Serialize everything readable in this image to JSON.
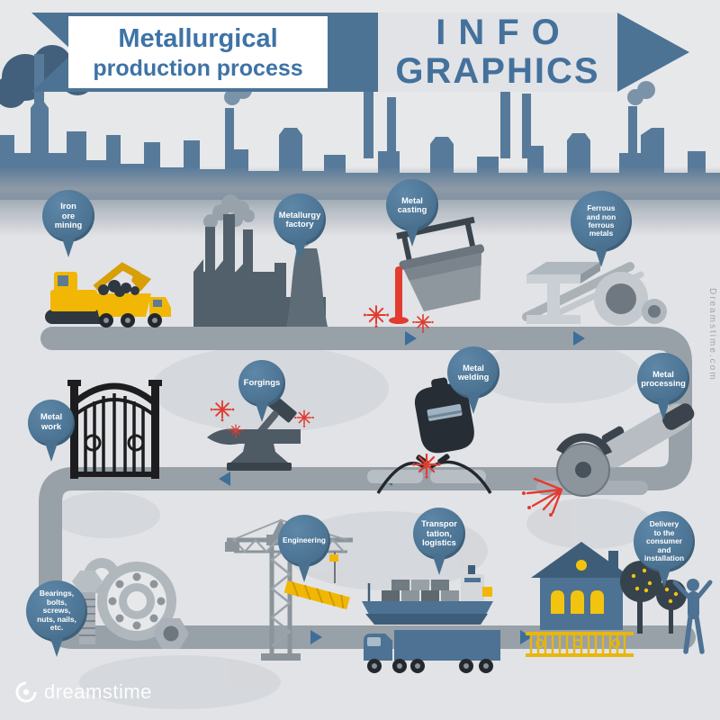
{
  "banner": {
    "title_line1": "Metallurgical",
    "title_line2": "production process",
    "brand_line1": "INFO",
    "brand_line2": "GRAPHICS"
  },
  "pins": [
    {
      "id": "iron-ore-mining",
      "label": "Iron\nore\nmining"
    },
    {
      "id": "metallurgy-factory",
      "label": "Metallurgy\nfactory"
    },
    {
      "id": "metal-casting",
      "label": "Metal\ncasting"
    },
    {
      "id": "ferrous-metals",
      "label": "Ferrous\nand non\nferrous\nmetals"
    },
    {
      "id": "metal-work",
      "label": "Metal\nwork"
    },
    {
      "id": "forgings",
      "label": "Forgings"
    },
    {
      "id": "metal-welding",
      "label": "Metal\nwelding"
    },
    {
      "id": "metal-processing",
      "label": "Metal\nprocessing"
    },
    {
      "id": "fasteners",
      "label": "Bearings,\nbolts,\nscrews,\nnuts, nails,\netc."
    },
    {
      "id": "engineering",
      "label": "Engineering"
    },
    {
      "id": "transportation",
      "label": "Transpor\ntation,\nlogistics"
    },
    {
      "id": "delivery",
      "label": "Delivery\nto the\nconsumer\nand\ninstallation"
    }
  ],
  "watermark": {
    "logo_text": "dreamstime",
    "side_text": "Dreamstime.com"
  },
  "colors": {
    "accent_blue": "#49708f",
    "skyline_blue": "#587a9a",
    "band_gray": "#98a0a8",
    "highlight_yellow": "#f2b705",
    "spark_red": "#e23b30",
    "dark_slate": "#3b444c",
    "title_blue": "#3e73a6"
  }
}
